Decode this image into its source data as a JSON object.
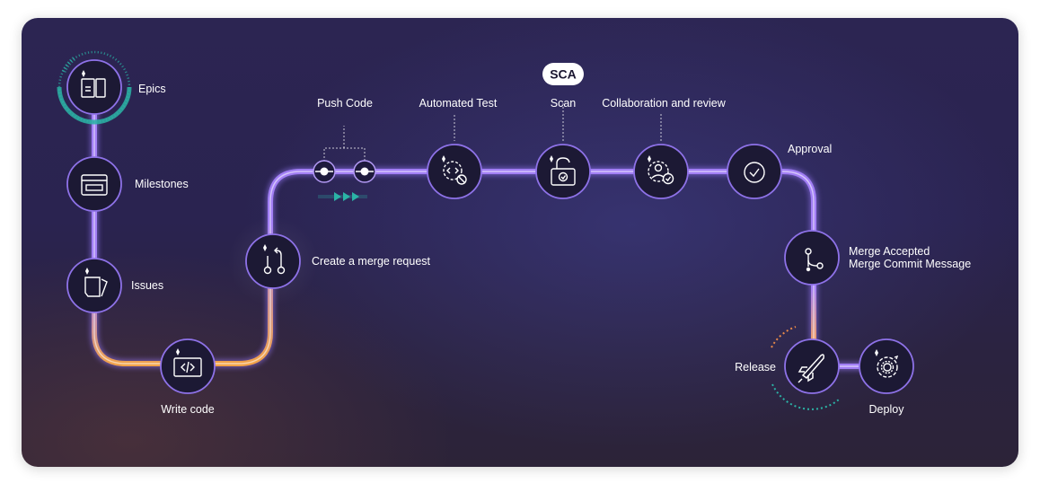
{
  "badge": "SCA",
  "steps": {
    "epics": "Epics",
    "milestones": "Milestones",
    "issues": "Issues",
    "write_code": "Write code",
    "merge_request": "Create a merge request",
    "push_code": "Push Code",
    "automated_test": "Automated Test",
    "scan": "Scan",
    "collaboration": "Collaboration and review",
    "approval": "Approval",
    "merge_accepted": "Merge Accepted",
    "merge_commit": "Merge Commit Message",
    "release": "Release",
    "deploy": "Deploy"
  },
  "icons": {
    "epics": "epics-icon",
    "milestones": "milestones-icon",
    "issues": "issues-icon",
    "write_code": "code-icon",
    "merge_request": "merge-request-icon",
    "automated_test": "test-icon",
    "scan": "lock-icon",
    "collaboration": "review-icon",
    "approval": "check-icon",
    "merge_accepted": "branch-icon",
    "release": "rocket-icon",
    "deploy": "deploy-icon"
  },
  "colors": {
    "track_purple": "#9b7bff",
    "track_orange": "#f5a442",
    "accent_teal": "#2bb3a6"
  }
}
